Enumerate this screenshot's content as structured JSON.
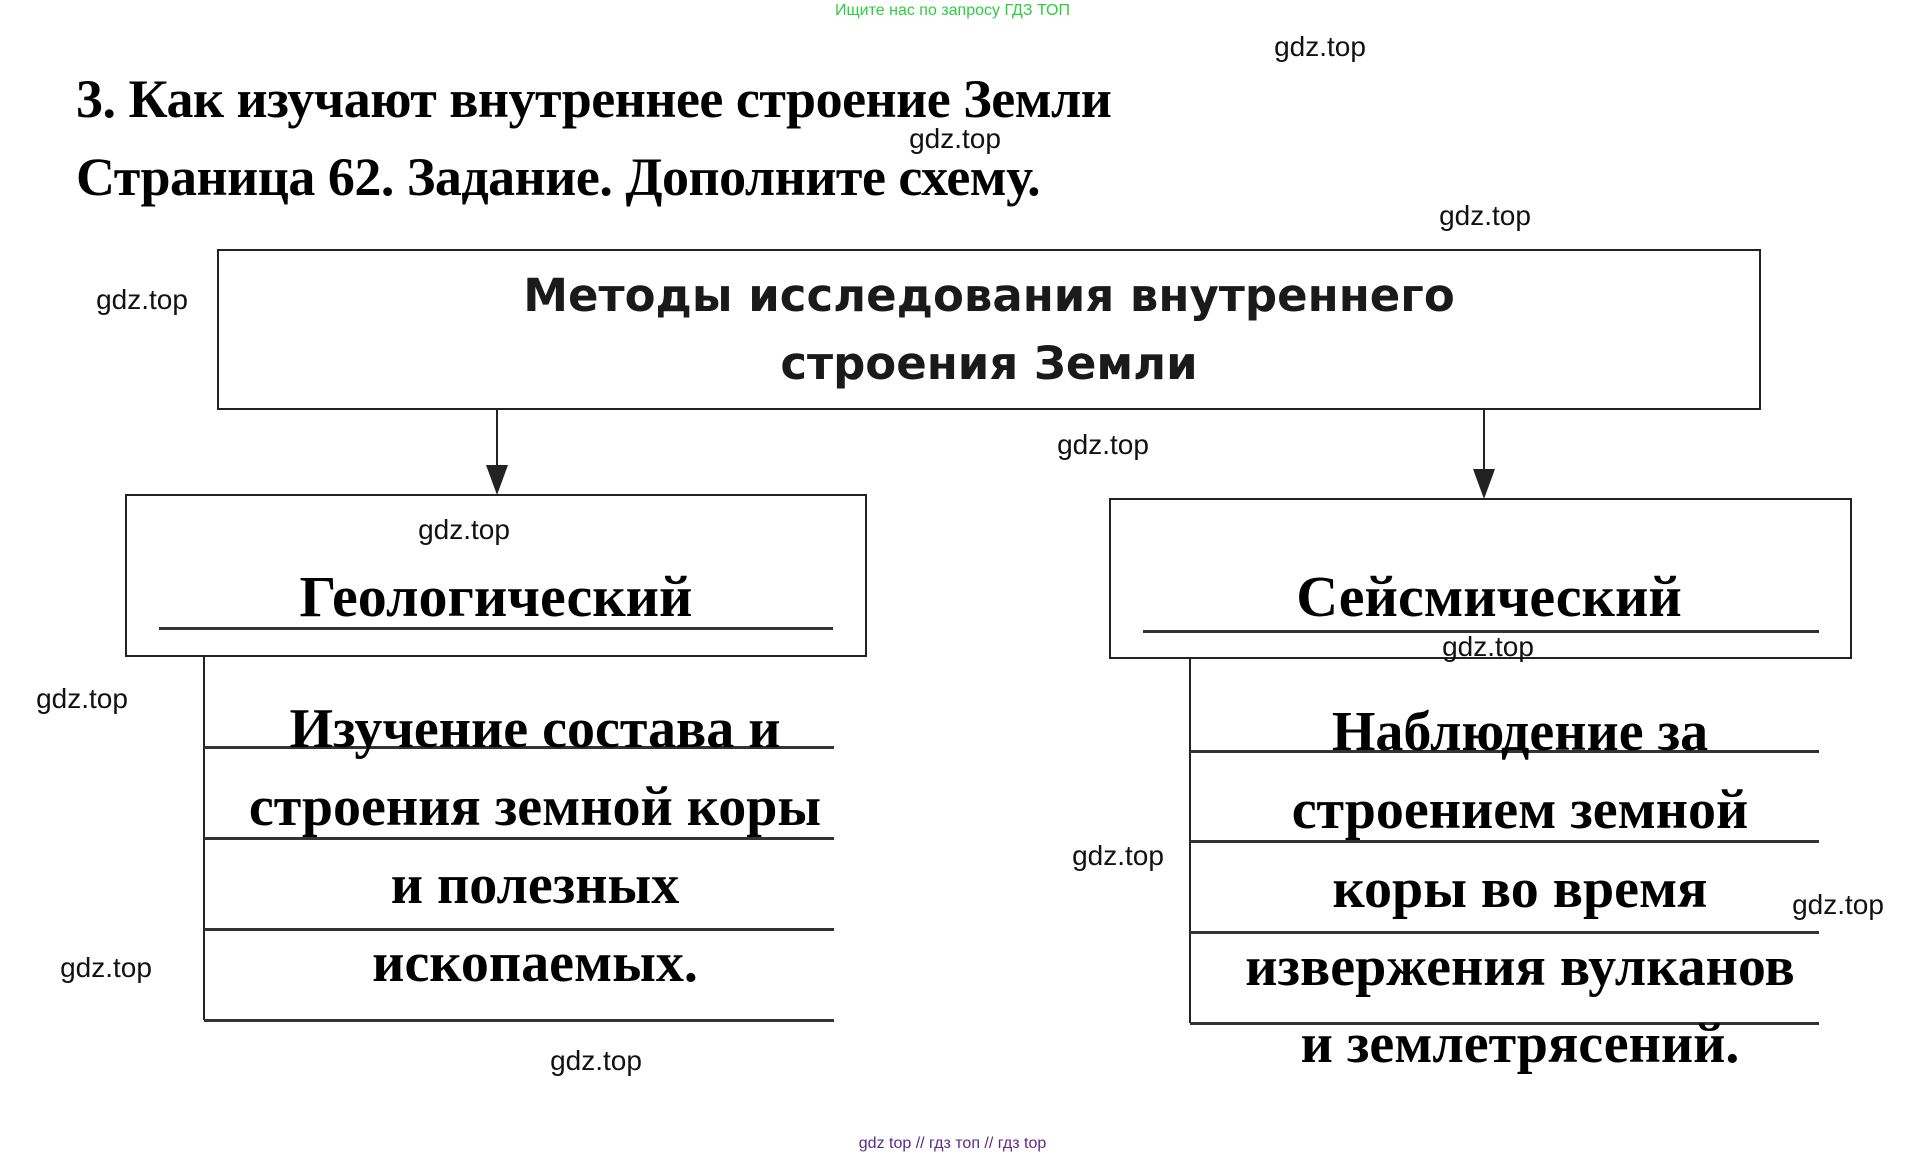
{
  "banner": {
    "text": "Ищите нас по запросу ГДЗ ТОП",
    "color": "#2ecc40"
  },
  "header": {
    "title": "3. Как изучают внутреннее строение Земли",
    "subtitle": "Страница 62. Задание. Дополните схему."
  },
  "diagram": {
    "root": {
      "line1": "Методы исследования внутреннего",
      "line2": "строения Земли"
    },
    "branches": [
      {
        "method": "Геологический",
        "answer_lines": [
          "Изучение состава и",
          "строения земной коры",
          "и полезных",
          "ископаемых."
        ]
      },
      {
        "method": "Сейсмический",
        "answer_lines": [
          "Наблюдение за",
          "строением земной",
          "коры во время",
          "извержения вулканов",
          "и землетрясений."
        ]
      }
    ]
  },
  "watermark": "gdz.top",
  "footer": {
    "text": "gdz top  //  гдз топ  //  гдз top",
    "color": "#5b2a86"
  }
}
